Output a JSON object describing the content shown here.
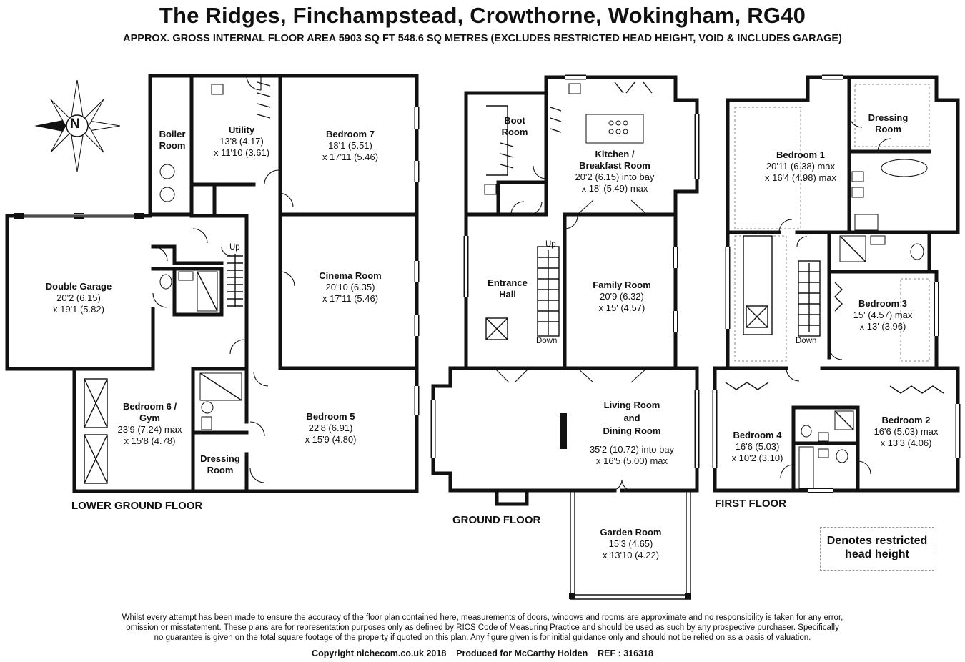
{
  "header": {
    "title": "The Ridges, Finchampstead, Crowthorne, Wokingham, RG40",
    "subtitle": "APPROX. GROSS INTERNAL FLOOR AREA 5903 SQ FT 548.6 SQ METRES (EXCLUDES RESTRICTED HEAD HEIGHT, VOID & INCLUDES GARAGE)"
  },
  "compass": {
    "label": "N"
  },
  "floors": {
    "lower": "LOWER GROUND FLOOR",
    "ground": "GROUND FLOOR",
    "first": "FIRST FLOOR"
  },
  "rooms": {
    "boiler": {
      "name": [
        "Boiler",
        "Room"
      ]
    },
    "utility": {
      "name": "Utility",
      "dims": [
        "13'8 (4.17)",
        "x 11'10 (3.61)"
      ]
    },
    "bedroom7": {
      "name": "Bedroom 7",
      "dims": [
        "18'1 (5.51)",
        "x 17'11 (5.46)"
      ]
    },
    "garage": {
      "name": "Double Garage",
      "dims": [
        "20'2 (6.15)",
        "x 19'1 (5.82)"
      ]
    },
    "cinema": {
      "name": "Cinema Room",
      "dims": [
        "20'10 (6.35)",
        "x 17'11 (5.46)"
      ]
    },
    "bedroom6": {
      "name": [
        "Bedroom 6 /",
        "Gym"
      ],
      "dims": [
        "23'9 (7.24) max",
        "x 15'8 (4.78)"
      ]
    },
    "bedroom5": {
      "name": "Bedroom 5",
      "dims": [
        "22'8 (6.91)",
        "x 15'9 (4.80)"
      ]
    },
    "dressing_lower": {
      "name": [
        "Dressing",
        "Room"
      ]
    },
    "boot": {
      "name": [
        "Boot",
        "Room"
      ]
    },
    "kitchen": {
      "name": [
        "Kitchen /",
        "Breakfast Room"
      ],
      "dims": [
        "20'2 (6.15) into bay",
        "x 18' (5.49) max"
      ]
    },
    "entrance": {
      "name": [
        "Entrance",
        "Hall"
      ]
    },
    "family": {
      "name": "Family Room",
      "dims": [
        "20'9 (6.32)",
        "x 15' (4.57)"
      ]
    },
    "living": {
      "name": [
        "Living Room",
        "and",
        "Dining Room"
      ],
      "dims": [
        "35'2 (10.72) into bay",
        "x 16'5 (5.00) max"
      ]
    },
    "garden": {
      "name": "Garden Room",
      "dims": [
        "15'3 (4.65)",
        "x 13'10 (4.22)"
      ]
    },
    "bedroom1": {
      "name": "Bedroom 1",
      "dims": [
        "20'11 (6.38) max",
        "x 16'4 (4.98) max"
      ]
    },
    "dressing_first": {
      "name": [
        "Dressing",
        "Room"
      ]
    },
    "bedroom3": {
      "name": "Bedroom 3",
      "dims": [
        "15' (4.57) max",
        "x 13' (3.96)"
      ]
    },
    "bedroom4": {
      "name": "Bedroom 4",
      "dims": [
        "16'6 (5.03)",
        "x 10'2 (3.10)"
      ]
    },
    "bedroom2": {
      "name": "Bedroom 2",
      "dims": [
        "16'6 (5.03) max",
        "x 13'3 (4.06)"
      ]
    }
  },
  "stairs": {
    "up": "Up",
    "down": "Down"
  },
  "legend": {
    "text": [
      "Denotes restricted",
      "head height"
    ]
  },
  "disclaimer": [
    "Whilst every attempt has been made to ensure the accuracy of the floor plan contained here, measurements of doors, windows and rooms are approximate and no responsibility is taken for any error,",
    "omission or misstatement. These plans are for representation purposes only as defined by RICS Code of Measuring Practice and should be used as such by any prospective purchaser.  Specifically",
    "no guarantee is given on the total square footage of the property if quoted on this plan. Any figure given is for initial guidance only and should not be relied on as a basis of valuation."
  ],
  "copyright": "Copyright nichecom.co.uk 2018    Produced for McCarthy Holden    REF : 316318"
}
